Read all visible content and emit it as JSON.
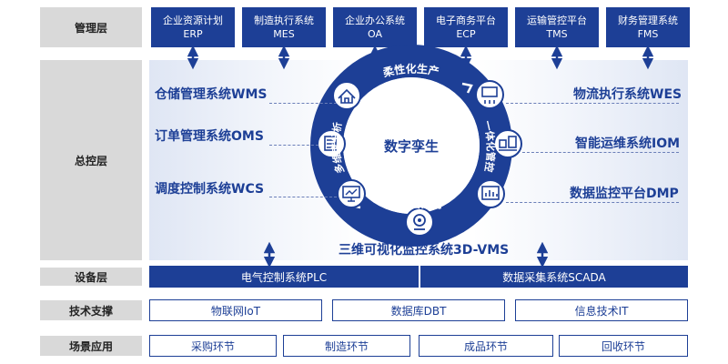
{
  "layers": {
    "management": "管理层",
    "control": "总控层",
    "device": "设备层",
    "tech": "技术支撑",
    "scenario": "场景应用"
  },
  "management_systems": [
    {
      "line1": "企业资源计划",
      "line2": "ERP"
    },
    {
      "line1": "制造执行系统",
      "line2": "MES"
    },
    {
      "line1": "企业办公系统",
      "line2": "OA"
    },
    {
      "line1": "电子商务平台",
      "line2": "ECP"
    },
    {
      "line1": "运输管控平台",
      "line2": "TMS"
    },
    {
      "line1": "财务管理系统",
      "line2": "FMS"
    }
  ],
  "left_systems": [
    "仓储管理系统WMS",
    "订单管理系统OMS",
    "调度控制系统WCS"
  ],
  "right_systems": [
    "物流执行系统WES",
    "智能运维系统IOM",
    "数据监控平台DMP"
  ],
  "ring": {
    "center": "数字孪生",
    "top": "柔性化生产",
    "right": "一体化管控",
    "bottom": "跨平台运行",
    "left": "多维度分析"
  },
  "bottom_system": "三维可视化监控系统3D-VMS",
  "device_layer": [
    "电气控制系统PLC",
    "数据采集系统SCADA"
  ],
  "tech_support": [
    "物联网IoT",
    "数据库DBT",
    "信息技术IT"
  ],
  "scenarios": [
    "采购环节",
    "制造环节",
    "成品环节",
    "回收环节"
  ],
  "colors": {
    "primary": "#1d3f96",
    "label_bg": "#d9d9d9"
  }
}
